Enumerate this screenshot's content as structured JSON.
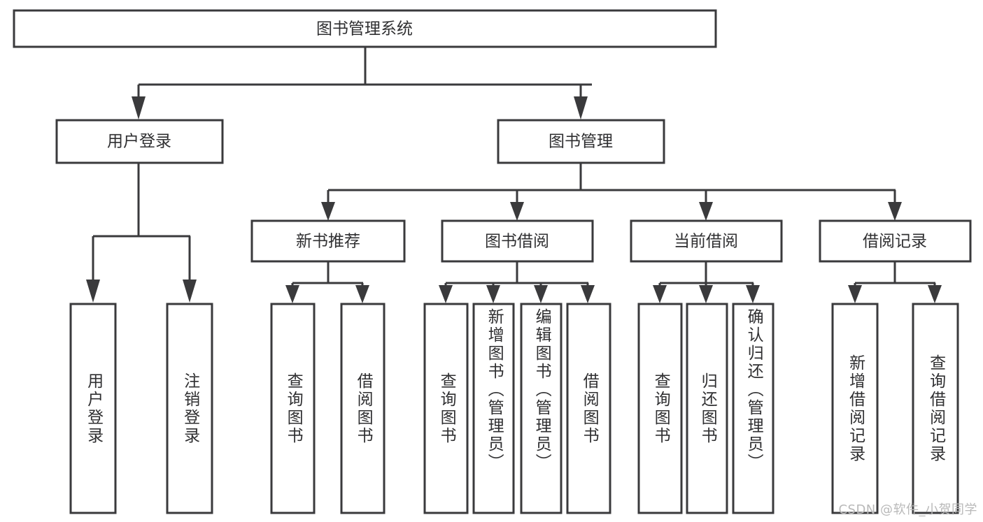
{
  "diagram": {
    "title": "图书管理系统",
    "type": "hierarchy-tree",
    "watermark": "CSDN @软件_小贺同学",
    "colors": {
      "stroke": "#3a3a3c",
      "fill": "#ffffff",
      "text": "#2f2f31",
      "background": "#ffffff",
      "watermark": "#b9b9b9"
    },
    "root": {
      "label": "图书管理系统"
    },
    "level2": [
      {
        "label": "用户登录"
      },
      {
        "label": "图书管理"
      }
    ],
    "level3": [
      {
        "label": "新书推荐"
      },
      {
        "label": "图书借阅"
      },
      {
        "label": "当前借阅"
      },
      {
        "label": "借阅记录"
      }
    ],
    "leaves": {
      "user_login": [
        {
          "label": "用户登录"
        },
        {
          "label": "注销登录"
        }
      ],
      "new_book_recommend": [
        {
          "label": "查询图书"
        },
        {
          "label": "借阅图书"
        }
      ],
      "book_borrow": [
        {
          "label": "查询图书"
        },
        {
          "label": "新增图书（管理员）"
        },
        {
          "label": "编辑图书（管理员）"
        },
        {
          "label": "借阅图书"
        }
      ],
      "current_borrow": [
        {
          "label": "查询图书"
        },
        {
          "label": "归还图书"
        },
        {
          "label": "确认归还（管理员）"
        }
      ],
      "borrow_record": [
        {
          "label": "新增借阅记录"
        },
        {
          "label": "查询借阅记录"
        }
      ]
    }
  }
}
